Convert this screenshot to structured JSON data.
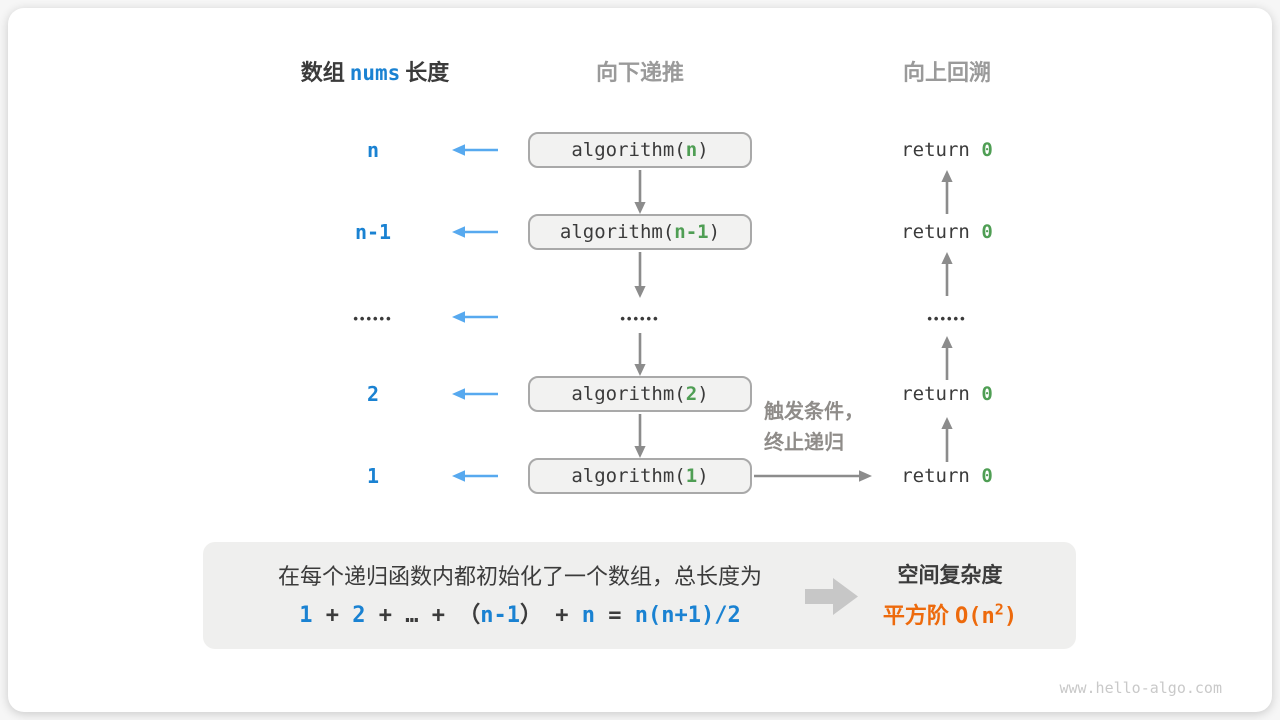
{
  "headers": {
    "left_prefix": "数组",
    "left_code": "nums",
    "left_suffix": "长度",
    "middle": "向下递推",
    "right": "向上回溯"
  },
  "rows": [
    {
      "length": "n",
      "call_open": "algorithm(",
      "param": "n",
      "call_close": ")",
      "ret_kw": "return ",
      "ret_val": "0"
    },
    {
      "length": "n-1",
      "call_open": "algorithm(",
      "param": "n-1",
      "call_close": ")",
      "ret_kw": "return ",
      "ret_val": "0"
    },
    {
      "length_dots": "••••••",
      "mid_dots": "••••••",
      "ret_dots": "••••••"
    },
    {
      "length": "2",
      "call_open": "algorithm(",
      "param": "2",
      "call_close": ")",
      "ret_kw": "return ",
      "ret_val": "0"
    },
    {
      "length": "1",
      "call_open": "algorithm(",
      "param": "1",
      "call_close": ")",
      "ret_kw": "return ",
      "ret_val": "0"
    }
  ],
  "annotation": {
    "line1": "触发条件，",
    "line2": "终止递归"
  },
  "summary": {
    "line1": "在每个递归函数内都初始化了一个数组，总长度为",
    "formula": [
      {
        "text": "1",
        "color": "blue"
      },
      {
        "text": " + ",
        "color": "dark"
      },
      {
        "text": "2",
        "color": "blue"
      },
      {
        "text": " + ",
        "color": "dark"
      },
      {
        "text": "…",
        "color": "dark"
      },
      {
        "text": " + ",
        "color": "dark"
      },
      {
        "text": "（",
        "color": "dark"
      },
      {
        "text": "n-1",
        "color": "blue"
      },
      {
        "text": "）",
        "color": "dark"
      },
      {
        "text": " + ",
        "color": "dark"
      },
      {
        "text": "n",
        "color": "blue"
      },
      {
        "text": " = ",
        "color": "dark"
      },
      {
        "text": "n(n+1)/2",
        "color": "blue"
      }
    ],
    "result_title": "空间复杂度",
    "result_value_cjk": "平方阶 ",
    "result_value_code_prefix": "O(n",
    "result_value_sup": "2",
    "result_value_code_suffix": ")"
  },
  "page": {
    "watermark": "www.hello-algo.com"
  },
  "colors": {
    "blue": "#1a82d2",
    "light_blue": "#57a9ef",
    "green": "#4f9e54",
    "dark": "#3b3b3b",
    "gray_text": "#9a9a9a",
    "annotation_gray": "#8f8c89",
    "arrow_gray": "#8c8c8c",
    "orange": "#ed6a0c",
    "box_fill": "#f2f2f1",
    "box_border": "#a9a9a9",
    "panel_fill": "#efefee",
    "big_arrow": "#c7c7c7",
    "watermark_gray": "#c9c9c9"
  }
}
